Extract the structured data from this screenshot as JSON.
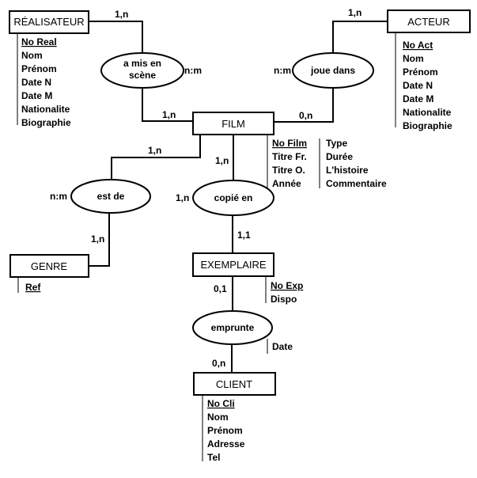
{
  "entities": {
    "realisateur": {
      "name": "RÉALISATEUR",
      "attributes": [
        "No Real",
        "Nom",
        "Prénom",
        "Date N",
        "Date M",
        "Nationalite",
        "Biographie"
      ],
      "key": "No Real"
    },
    "acteur": {
      "name": "ACTEUR",
      "attributes": [
        "No Act",
        "Nom",
        "Prénom",
        "Date N",
        "Date M",
        "Nationalite",
        "Biographie"
      ],
      "key": "No Act"
    },
    "film": {
      "name": "FILM",
      "attributes_col1": [
        "No Film",
        "Titre Fr.",
        "Titre O.",
        "Année"
      ],
      "attributes_col2": [
        "Type",
        "Durée",
        "L'histoire",
        "Commentaire"
      ],
      "key": "No Film"
    },
    "genre": {
      "name": "GENRE",
      "attributes": [
        "Ref"
      ],
      "key": "Ref"
    },
    "exemplaire": {
      "name": "EXEMPLAIRE",
      "attributes": [
        "No Exp",
        "Dispo"
      ],
      "key": "No Exp"
    },
    "client": {
      "name": "CLIENT",
      "attributes": [
        "No Cli",
        "Nom",
        "Prénom",
        "Adresse",
        "Tel"
      ],
      "key": "No Cli"
    }
  },
  "relations": {
    "a_mis_en_scene": {
      "line1": "a mis en",
      "line2": "scène",
      "type": "n:m",
      "card_realisateur": "1,n",
      "card_film": "1,n"
    },
    "joue_dans": {
      "label": "joue dans",
      "type": "n:m",
      "card_acteur": "1,n",
      "card_film": "0,n"
    },
    "est_de": {
      "label": "est de",
      "type": "n:m",
      "card_film": "1,n",
      "card_genre": "1,n"
    },
    "copie_en": {
      "label": "copié en",
      "type": "1,n",
      "card_film": "1,n",
      "card_exemplaire": "1,1"
    },
    "emprunte": {
      "label": "emprunte",
      "attributes": [
        "Date"
      ],
      "card_exemplaire": "0,1",
      "card_client": "0,n"
    }
  }
}
